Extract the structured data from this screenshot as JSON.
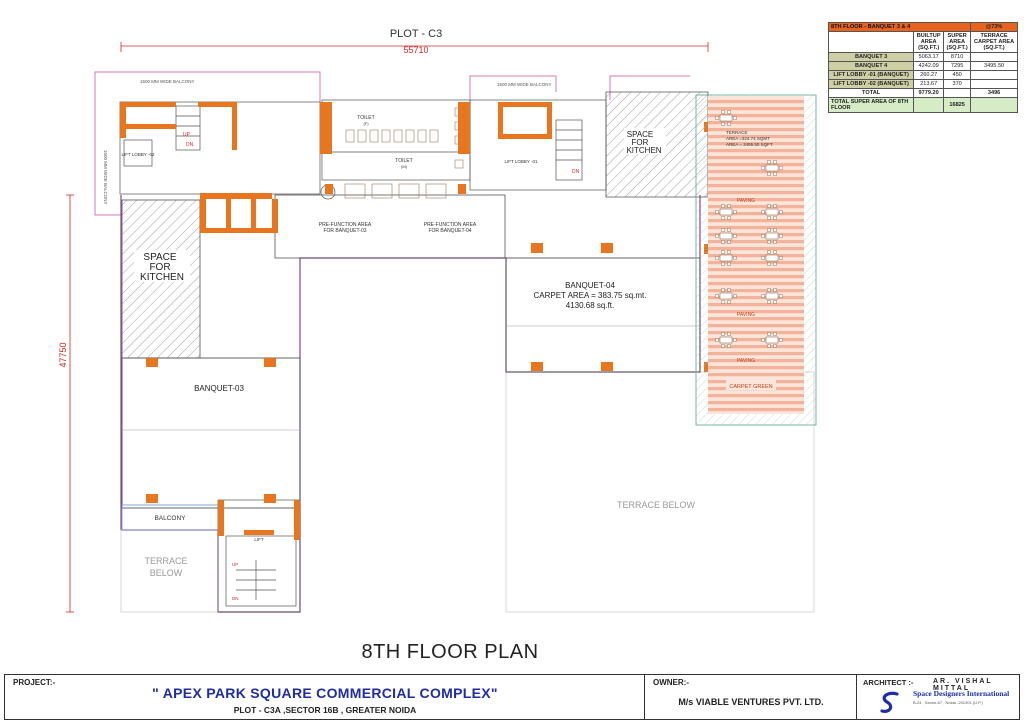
{
  "drawing": {
    "plot_label": "PLOT - C3",
    "overall_width_dim": "55710",
    "overall_height_dim": "47750",
    "floor_title": "8TH FLOOR PLAN"
  },
  "rooms": {
    "banquet_03": "BANQUET-03",
    "banquet_04_name": "BANQUET-04",
    "banquet_04_carpet": "CARPET AREA = 383.75 sq.mt.",
    "banquet_04_sqft": "4130.68 sq.ft.",
    "kitchen_left_1": "SPACE",
    "kitchen_left_2": "FOR",
    "kitchen_left_3": "KITCHEN",
    "kitchen_right_1": "SPACE",
    "kitchen_right_2": "FOR",
    "kitchen_right_3": "KITCHEN",
    "prefunction_03_1": "PRE-FUNCTION AREA",
    "prefunction_03_2": "FOR BANQUET-03",
    "prefunction_04_1": "PRE-FUNCTION AREA",
    "prefunction_04_2": "FOR BANQUET-04",
    "balcony": "BALCONY",
    "terrace_below_left_1": "TERRACE",
    "terrace_below_left_2": "BELOW",
    "terrace_below_right": "TERRACE BELOW",
    "lift_lobby_01": "LIFT LOBBY -01",
    "lift_lobby_02": "LIFT LOBBY -02",
    "toilet_f": "TOILET",
    "toilet_f_tag": "(F)",
    "toilet_m": "TOILET",
    "toilet_m_tag": "(M)",
    "balcony_wide_1": "1500 MM WIDE BALCONY",
    "balcony_wide_2": "1500 MM WIDE BALCONY",
    "balcony_wide_side": "1500 MM WIDE BALCONY",
    "terrace_note_1": "TERRACE",
    "terrace_note_2": "AREA =324.74 SQMT",
    "terrace_note_3": "AREA = 3495.50 SQFT",
    "paving": "PAVING",
    "carpet_green": "CARPET GREEN",
    "up": "UP",
    "dn": "DN",
    "lift": "LIFT"
  },
  "area_table": {
    "title": "8TH FLOOR - BANQUET 3 & 4",
    "pct": "@73%",
    "col_builtup": [
      "BUILTUP",
      "AREA",
      "(SQ.FT.)"
    ],
    "col_super": [
      "SUPER",
      "AREA",
      "(SQ.FT.)"
    ],
    "col_terrace": [
      "TERRACE",
      "CARPET AREA",
      "(SQ.FT.)"
    ],
    "rows": [
      {
        "label": "BANQUET 3",
        "builtup": "5063.17",
        "super": "8710",
        "terrace": ""
      },
      {
        "label": "BANQUET 4",
        "builtup": "4242.09",
        "super": "7295",
        "terrace": "3495.50"
      },
      {
        "label": "LIFT LOBBY -01 (BANQUET)",
        "builtup": "260.27",
        "super": "450",
        "terrace": ""
      },
      {
        "label": "LIFT LOBBY -02 (BANQUET)",
        "builtup": "213.67",
        "super": "370",
        "terrace": ""
      }
    ],
    "total_label": "TOTAL",
    "total_builtup": "9779.20",
    "total_terrace": "3496",
    "super_total_label_1": "TOTAL SUPER AREA OF 8TH",
    "super_total_label_2": "FLOOR",
    "super_total_value": "16825"
  },
  "title_block": {
    "project_label": "PROJECT:-",
    "project_name": "\" APEX PARK SQUARE COMMERCIAL COMPLEX\"",
    "project_address": "PLOT - C3A ,SECTOR 16B , GREATER NOIDA",
    "owner_label": "OWNER:-",
    "owner_name": "M/s VIABLE VENTURES PVT. LTD.",
    "architect_label": "ARCHITECT :-",
    "architect_name": "AR. VISHAL MITTAL",
    "firm_name": "Space Designers International",
    "firm_address": "B-24 , Sector-67 , Noida -201301 (U.P.)"
  },
  "colors": {
    "wall": "#e8761f",
    "wall_dark": "#cc5a10",
    "outline_purple": "#8a3f9c",
    "outline_pink": "#d47ab8",
    "terrace_strip": "#f3b39a",
    "terrace_border": "#79b6a6",
    "dim_red": "#d02a2a",
    "project_blue": "#1f2ca8"
  }
}
